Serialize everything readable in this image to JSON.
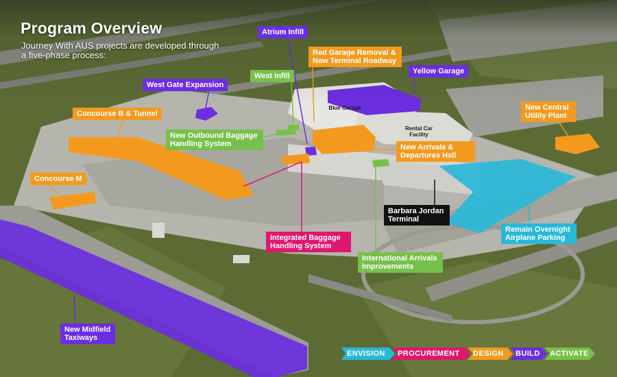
{
  "header": {
    "title": "Program Overview",
    "subtitle": "Journey With AUS projects are developed through a five-phase process:"
  },
  "labels": {
    "atrium_infill": "Atrium Infill",
    "red_garage": "Red Garage Removal & New Terminal Roadway",
    "yellow_garage": "Yellow Garage",
    "west_infill": "West Infill",
    "west_gate_expansion": "West Gate Expansion",
    "concourse_b_tunnel": "Concourse B & Tunnel",
    "new_central_utility_plant": "New Central Utility Plant",
    "new_outbound_baggage": "New Outbound Baggage Handling System",
    "new_arrivals_departures": "New Arrivals & Departures Hall",
    "concourse_m": "Concourse M",
    "barbara_jordan_terminal": "Barbara Jordan Terminal",
    "remain_overnight_parking": "Remain Overnight Airplane Parking",
    "integrated_baggage": "Integrated Baggage Handling System",
    "international_arrivals": "International Arrivals Improvements",
    "new_midfield_taxiways": "New Midfield Taxiways"
  },
  "map_text": {
    "blue_garage": "Blue Garage",
    "rental_car": "Rental Car Facility"
  },
  "phases": [
    "ENVISION",
    "PROCUREMENT",
    "DESIGN",
    "BUILD",
    "ACTIVATE"
  ],
  "colors": {
    "purple": "#6b2ee0",
    "orange": "#f39a1e",
    "green": "#77c04b",
    "magenta": "#e0176f",
    "cyan": "#29b8d8",
    "black": "#111111"
  }
}
